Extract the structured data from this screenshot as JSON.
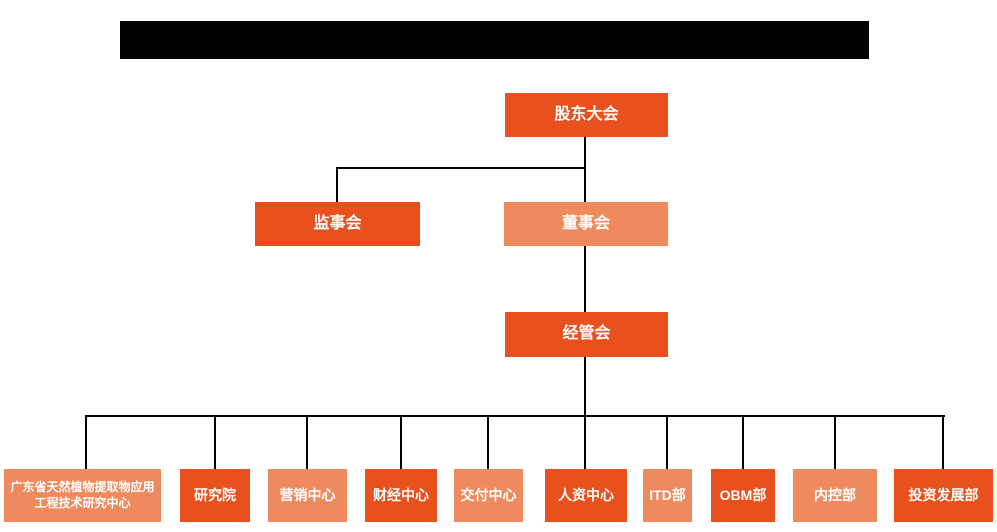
{
  "page": {
    "background_color": "#FFFFFF",
    "redacted_title_bar_color": "#000000"
  },
  "colors": {
    "dark_orange": "#E8501D",
    "light_orange": "#EF8A5F",
    "connector_line": "#000000",
    "node_text": "#FFFFFF"
  },
  "org_chart": {
    "type": "organization-chart",
    "levels": {
      "level1": {
        "label": "股东大会",
        "variant": "dark"
      },
      "level2": [
        {
          "label": "监事会",
          "variant": "dark"
        },
        {
          "label": "董事会",
          "variant": "light"
        }
      ],
      "level3": {
        "label": "经管会",
        "variant": "dark"
      }
    },
    "departments": [
      {
        "label": "广东省天然植物提取物应用工程技术研究中心",
        "variant": "light"
      },
      {
        "label": "研究院",
        "variant": "dark"
      },
      {
        "label": "营销中心",
        "variant": "light"
      },
      {
        "label": "财经中心",
        "variant": "dark"
      },
      {
        "label": "交付中心",
        "variant": "light"
      },
      {
        "label": "人资中心",
        "variant": "dark"
      },
      {
        "label": "ITD部",
        "variant": "light"
      },
      {
        "label": "OBM部",
        "variant": "dark"
      },
      {
        "label": "内控部",
        "variant": "light"
      },
      {
        "label": "投资发展部",
        "variant": "dark"
      }
    ],
    "hierarchy_note": "股东大会 > (监事会, 董事会); 董事会 > 经管会; 经管会 > all 10 departments"
  }
}
